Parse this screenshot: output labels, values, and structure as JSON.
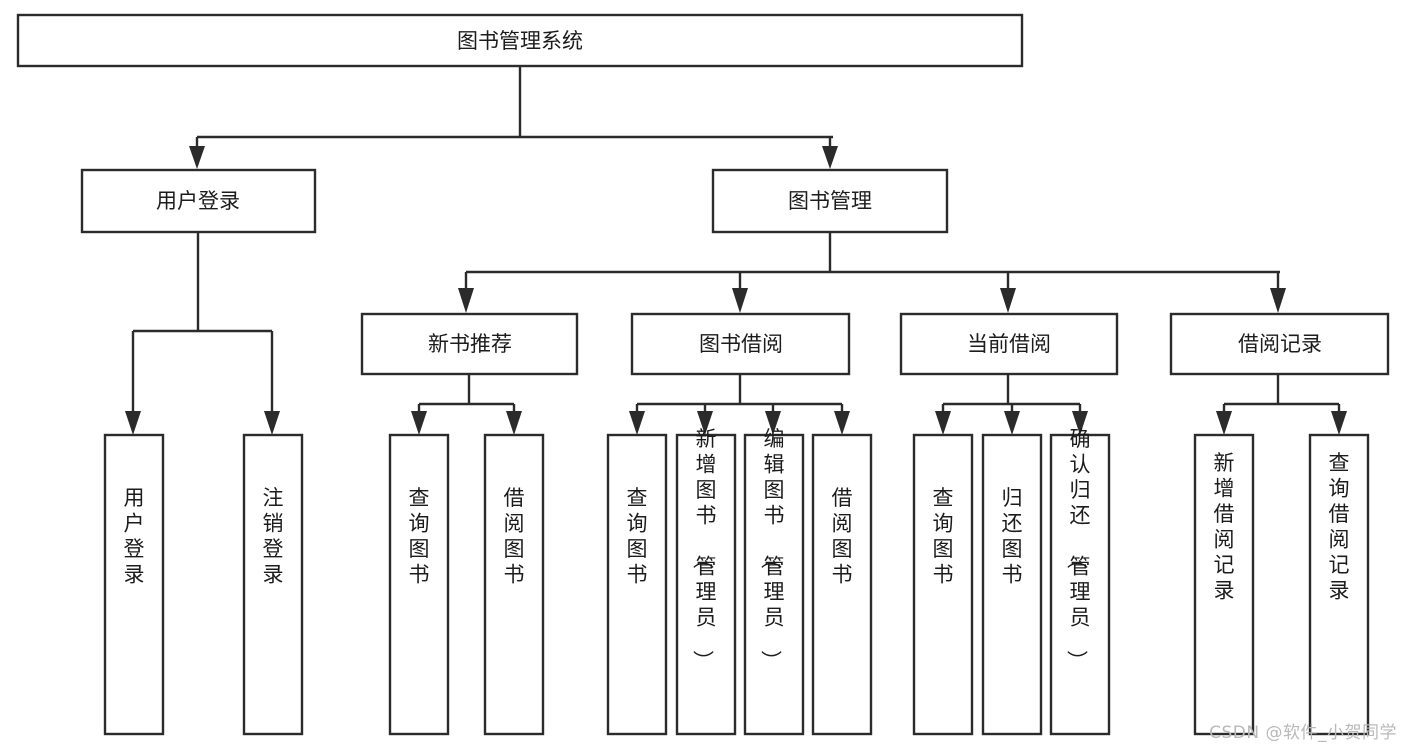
{
  "diagram": {
    "title": "图书管理系统",
    "type": "hierarchy-tree",
    "watermark": "CSDN @软件_小贺同学",
    "colors": {
      "stroke": "#2b2b2b",
      "box_fill": "#ffffff",
      "text": "#1c1c1c",
      "background": "#ffffff",
      "watermark": "#b9b9b9"
    },
    "root": {
      "label": "图书管理系统"
    },
    "level2": [
      {
        "label": "用户登录"
      },
      {
        "label": "图书管理"
      }
    ],
    "level3": [
      {
        "label": "新书推荐"
      },
      {
        "label": "图书借阅"
      },
      {
        "label": "当前借阅"
      },
      {
        "label": "借阅记录"
      }
    ],
    "leaves": {
      "user_login": [
        {
          "label": "用户登录"
        },
        {
          "label": "注销登录"
        }
      ],
      "new_book_recommend": [
        {
          "label": "查询图书"
        },
        {
          "label": "借阅图书"
        }
      ],
      "book_borrow": [
        {
          "label": "查询图书"
        },
        {
          "label": "新增图书（管理员）"
        },
        {
          "label": "编辑图书（管理员）"
        },
        {
          "label": "借阅图书"
        }
      ],
      "current_borrow": [
        {
          "label": "查询图书"
        },
        {
          "label": "归还图书"
        },
        {
          "label": "确认归还（管理员）"
        }
      ],
      "borrow_record": [
        {
          "label": "新增借阅记录"
        },
        {
          "label": "查询借阅记录"
        }
      ]
    }
  }
}
